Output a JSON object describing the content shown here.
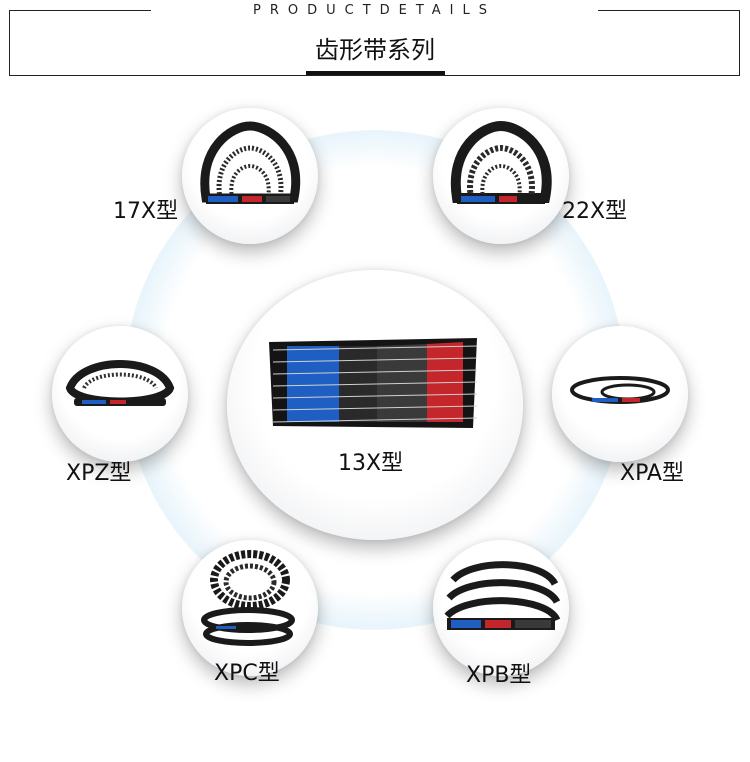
{
  "header": {
    "eyebrow": "PRODUCTDETAILS",
    "title": "齿形带系列"
  },
  "products": {
    "p17x": {
      "label": "17X型"
    },
    "p22x": {
      "label": "22X型"
    },
    "pxpz": {
      "label": "XPZ型"
    },
    "pxpa": {
      "label": "XPA型"
    },
    "p13x": {
      "label": "13X型"
    },
    "pxpc": {
      "label": "XPC型"
    },
    "pxpb": {
      "label": "XPB型"
    }
  },
  "colors": {
    "belt_black": "#1a1a1a",
    "belt_blue": "#1f5fc4",
    "belt_red": "#c4262b",
    "ring_glow": "#d6ecf8"
  }
}
